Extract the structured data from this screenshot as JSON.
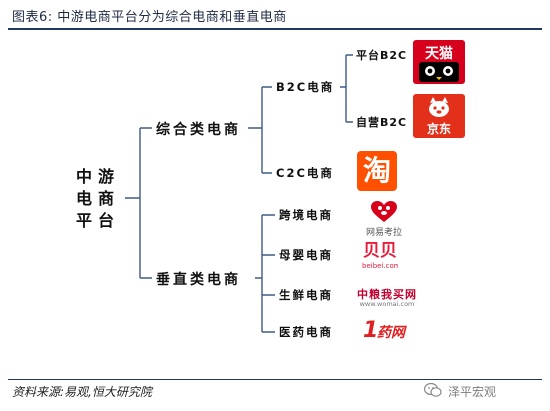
{
  "header": {
    "title": "图表6:   中游电商平台分为综合电商和垂直电商"
  },
  "root": {
    "lines": [
      "中游",
      "电商",
      "平台"
    ]
  },
  "level1": {
    "comprehensive": "综合类电商",
    "vertical": "垂直类电商"
  },
  "level2": {
    "b2c": "B2C电商",
    "c2c": "C2C电商",
    "cross_border": "跨境电商",
    "maternal_infant": "母婴电商",
    "fresh": "生鲜电商",
    "pharma": "医药电商"
  },
  "level3": {
    "platform_b2c": "平台B2C",
    "self_run_b2c": "自营B2C"
  },
  "logos": {
    "tmall": "天猫",
    "jd": "京东",
    "taobao": "淘",
    "kaola": "网易考拉",
    "beibei_main": "贝贝",
    "beibei_sub": "beibei.com",
    "womai_main": "中粮我买网",
    "womai_sub": "www.womai.com",
    "yaowang_num": "1",
    "yaowang_text": "药网"
  },
  "colors": {
    "tmall_red": "#d6001c",
    "jd_red": "#e3301b",
    "taobao_orange": "#ff5000",
    "kaola_red": "#d7001b",
    "beibei_red": "#e61e3c",
    "womai_red": "#c3002f",
    "yaowang_red": "#e02020",
    "bracket_blue": "#3e5b86",
    "rule_navy": "#1f3864"
  },
  "footer": {
    "source": "资料来源:易观,恒大研究院",
    "watermark": "泽平宏观"
  }
}
